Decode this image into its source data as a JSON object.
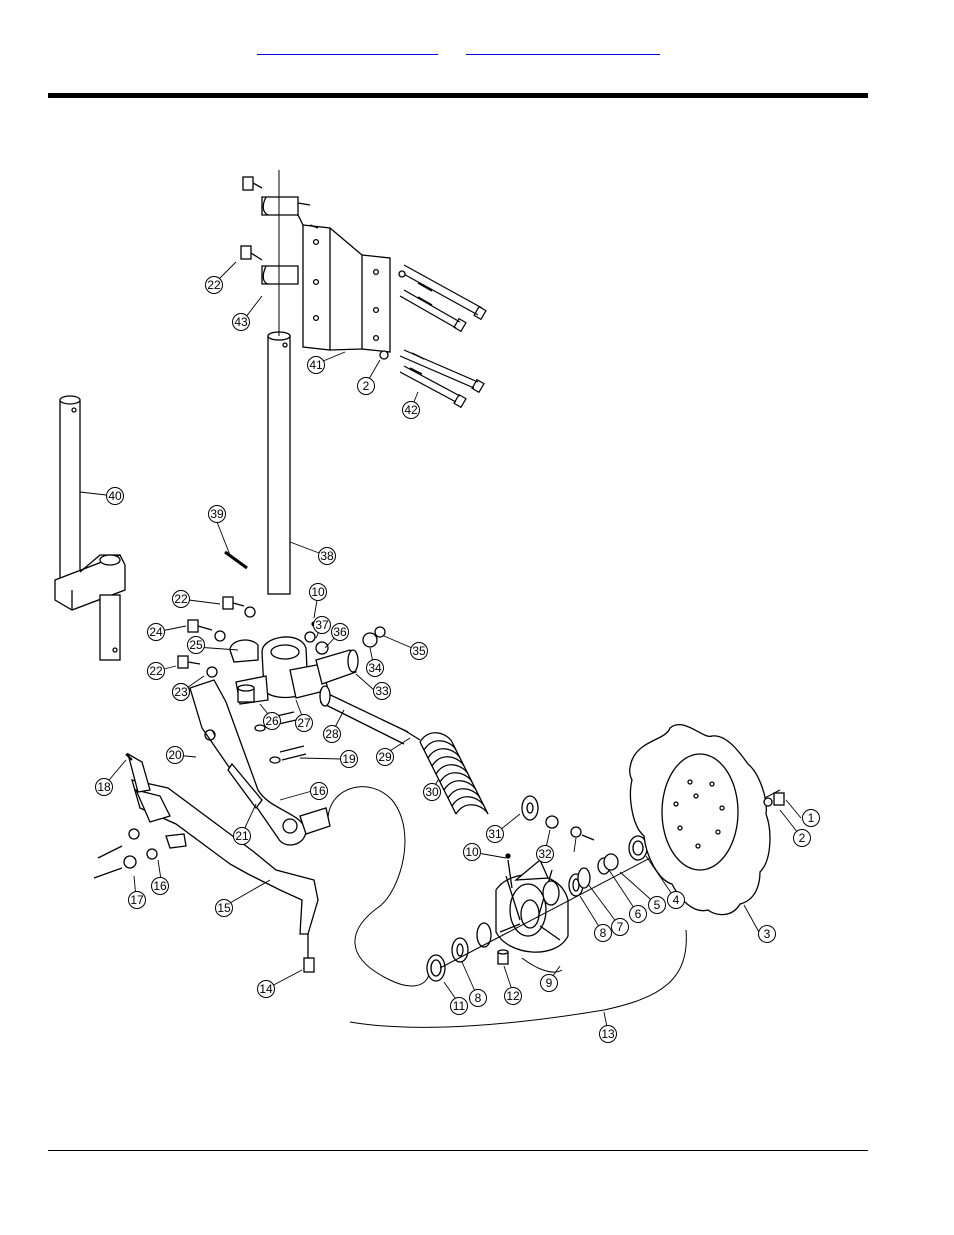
{
  "header": {
    "link_1": "",
    "link_2": ""
  },
  "diagram": {
    "callouts": [
      "1",
      "2",
      "3",
      "4",
      "5",
      "6",
      "7",
      "8",
      "9",
      "10",
      "11",
      "12",
      "13",
      "14",
      "15",
      "16",
      "17",
      "18",
      "19",
      "20",
      "21",
      "22",
      "23",
      "24",
      "25",
      "26",
      "27",
      "28",
      "29",
      "30",
      "31",
      "32",
      "33",
      "34",
      "35",
      "36",
      "37",
      "38",
      "39",
      "40",
      "41",
      "42",
      "43"
    ]
  }
}
